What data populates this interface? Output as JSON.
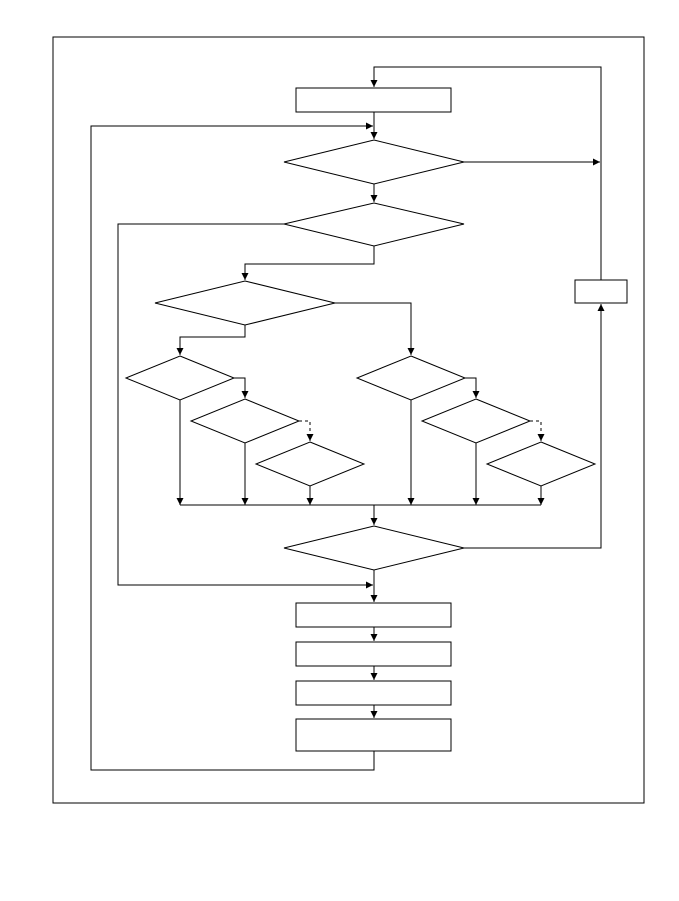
{
  "diagram": {
    "stroke_color": "#000000",
    "background_color": "#ffffff",
    "nodes": [
      {
        "id": "process-top",
        "shape": "rect",
        "text": ""
      },
      {
        "id": "decision-1",
        "shape": "diamond",
        "text": ""
      },
      {
        "id": "decision-2",
        "shape": "diamond",
        "text": ""
      },
      {
        "id": "decision-3",
        "shape": "diamond",
        "text": ""
      },
      {
        "id": "decision-left-a",
        "shape": "diamond",
        "text": ""
      },
      {
        "id": "decision-left-b",
        "shape": "diamond",
        "text": ""
      },
      {
        "id": "decision-left-c",
        "shape": "diamond",
        "text": ""
      },
      {
        "id": "decision-right-a",
        "shape": "diamond",
        "text": ""
      },
      {
        "id": "decision-right-b",
        "shape": "diamond",
        "text": ""
      },
      {
        "id": "decision-right-c",
        "shape": "diamond",
        "text": ""
      },
      {
        "id": "decision-bottom",
        "shape": "diamond",
        "text": ""
      },
      {
        "id": "process-side",
        "shape": "rect",
        "text": ""
      },
      {
        "id": "process-b1",
        "shape": "rect",
        "text": ""
      },
      {
        "id": "process-b2",
        "shape": "rect",
        "text": ""
      },
      {
        "id": "process-b3",
        "shape": "rect",
        "text": ""
      },
      {
        "id": "process-b4",
        "shape": "rect",
        "text": ""
      }
    ]
  }
}
